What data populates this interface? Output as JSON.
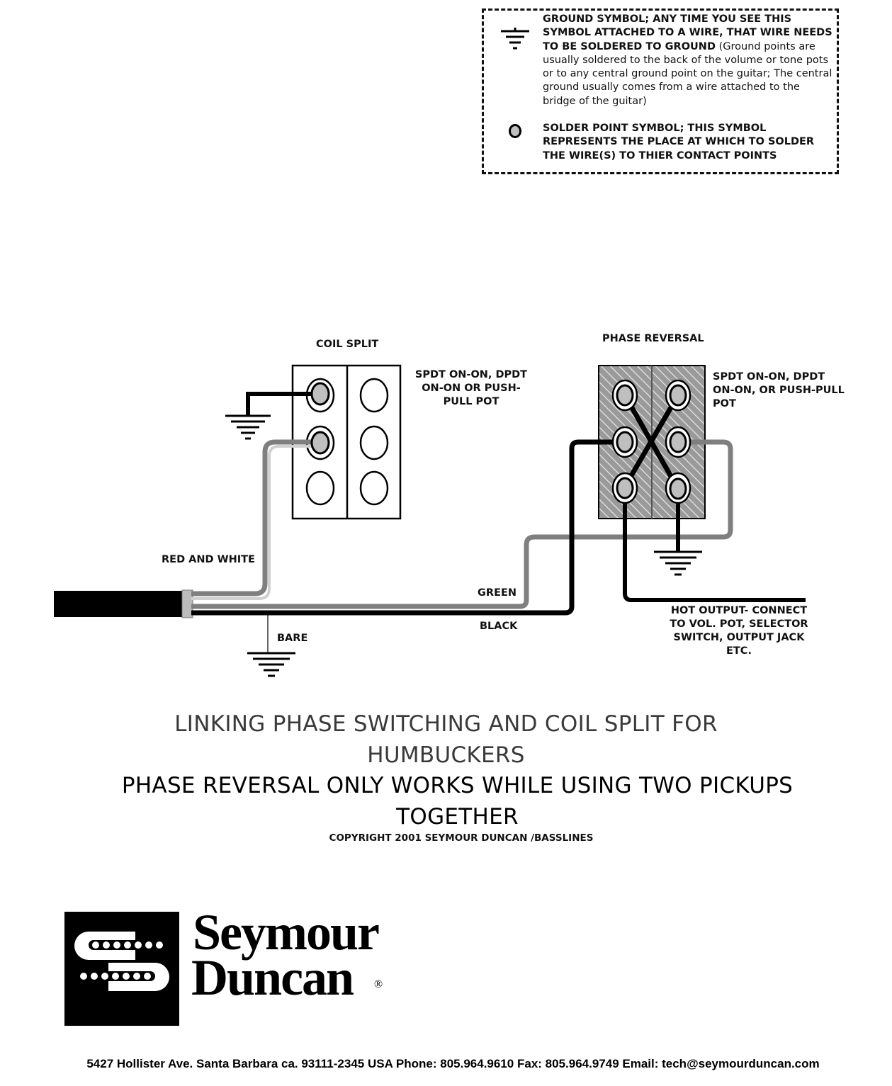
{
  "legend": {
    "ground_bold": "GROUND SYMBOL; ANY TIME YOU SEE THIS SYMBOL ATTACHED TO A WIRE, THAT WIRE NEEDS TO BE SOLDERED TO GROUND",
    "ground_note": "(Ground points are usually soldered to the back of the volume or tone pots or to any central ground point on the guitar; The central ground usually comes from a wire attached to the bridge of the guitar)",
    "solder_bold": "SOLDER POINT SYMBOL; THIS SYMBOL REPRESENTS THE PLACE AT WHICH TO SOLDER THE WIRE(S) TO THIER CONTACT POINTS"
  },
  "diagram": {
    "coil_split_title": "COIL SPLIT",
    "coil_split_spec": "SPDT ON-ON, DPDT ON-ON OR PUSH-PULL POT",
    "phase_title": "PHASE REVERSAL",
    "phase_spec": "SPDT ON-ON, DPDT ON-ON, OR PUSH-PULL POT",
    "wire_red_white": "RED AND WHITE",
    "wire_green": "GREEN",
    "wire_black": "BLACK",
    "wire_bare": "BARE",
    "hot_output": "HOT OUTPUT- CONNECT TO VOL. POT, SELECTOR SWITCH, OUTPUT JACK ETC."
  },
  "titles": {
    "line1": "LINKING PHASE SWITCHING AND COIL SPLIT FOR HUMBUCKERS",
    "line2": "PHASE REVERSAL ONLY WORKS WHILE USING TWO PICKUPS TOGETHER",
    "copyright": "COPYRIGHT 2001 SEYMOUR DUNCAN /BASSLINES"
  },
  "logo": {
    "word1": "Seymour",
    "word2": "Duncan",
    "mark": "®"
  },
  "footer": {
    "address": "5427 Hollister Ave. Santa Barbara ca. 93111-2345 USA  Phone: 805.964.9610  Fax: 805.964.9749   Email: tech@seymourduncan.com"
  },
  "colors": {
    "wire_black": "#000000",
    "wire_gray": "#7f7f7f",
    "wire_light": "#bdbdbd",
    "lug_fill": "#bfbfbf",
    "title_gray": "#3a3a3a"
  }
}
